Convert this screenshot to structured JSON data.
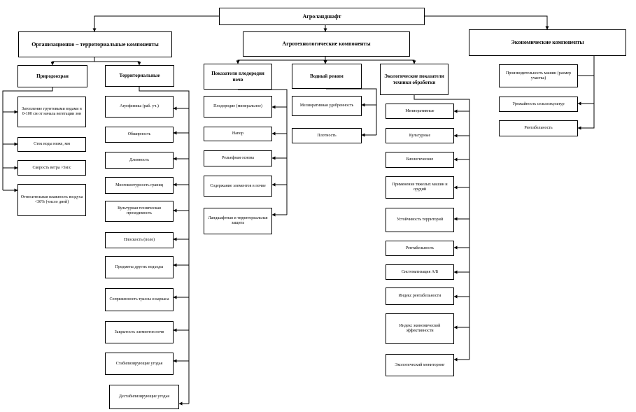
{
  "root": "Агроландшафт",
  "categories": {
    "org": "Организационно – территориальные компоненты",
    "agro": "Агротехнологические компоненты",
    "eco": "Экономические компоненты"
  },
  "org": {
    "protection": {
      "title": "Природоохран",
      "items": [
        "Затопление грунтовыми водами в 0-100 см от начала вегетации зон",
        "Сток воды ниже, мм",
        "Скорость ветра >5м/с",
        "Относительная влажность воздуха <30% (число дней)"
      ]
    },
    "territory": {
      "title": "Территориальные",
      "items": [
        "Агрофизика (раб. уч.)",
        "Обширность",
        "Длинность",
        "Многоконтурность границ",
        "Культурная техническая проходимость",
        "Плоскость (поле)",
        "Предметы других подходы",
        "Сопряженность трассы и каркаса",
        "Закрытость элементов почв",
        "Стабилизирующие угодья",
        "Дестабилизирующие угодья"
      ]
    }
  },
  "agro": {
    "soil": {
      "title": "Показатели плодородия почв",
      "items": [
        "Плодородие (минеральное)",
        "Напор",
        "Рельефная основа",
        "Содержание элементов в почве",
        "Ландшафтная и территориальная защита"
      ]
    },
    "water": {
      "title": "Водный режим",
      "items": [
        "Мелиоративная удобренность",
        "Плотность"
      ]
    },
    "links": {
      "title": "Экологические показатели техники обработки",
      "items": [
        "Мелиоративные",
        "Культурные",
        "Биологические",
        "Применение тяжелых машин и орудий",
        "Устойчивость территорий",
        "Рентабельность",
        "Систематизация А/Б",
        "Индекс рентабельности",
        "Индекс экономической эффективности",
        "Экологический мониторинг"
      ]
    }
  },
  "eco": {
    "items": [
      "Производительность машин (размер участка)",
      "Урожайность сельхозкультур",
      "Рентабельность"
    ]
  }
}
